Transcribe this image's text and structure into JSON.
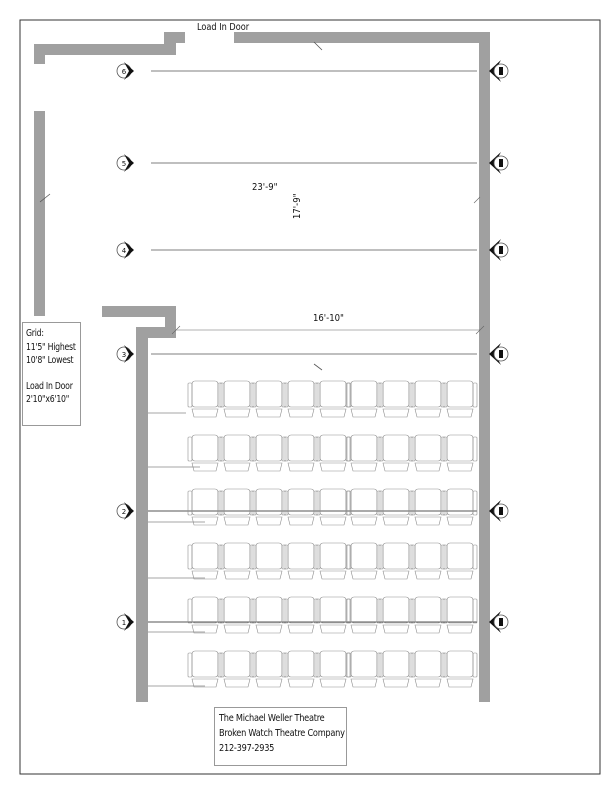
{
  "plan": {
    "load_in_door_label": "Load In Door",
    "dimensions": {
      "width_upper": "23'-9\"",
      "depth_upper": "17'-9\"",
      "width_lower": "16'-10\""
    },
    "pipe_numbers": [
      "6",
      "5",
      "4",
      "3",
      "2",
      "1"
    ],
    "seating": {
      "rows": 6,
      "seats_per_row": 9
    }
  },
  "notes": {
    "grid_title": "Grid:",
    "grid_highest": "11'5\" Highest",
    "grid_lowest": "10'8\" Lowest",
    "door_title": "Load In Door",
    "door_size": "2'10\"x6'10\""
  },
  "title_block": {
    "theatre": "The Michael Weller Theatre",
    "company": "Broken Watch Theatre Company",
    "phone": "212-397-2935"
  },
  "colors": {
    "wall": "#a0a0a0",
    "line": "#666666",
    "seat": "#9a9a9a"
  }
}
